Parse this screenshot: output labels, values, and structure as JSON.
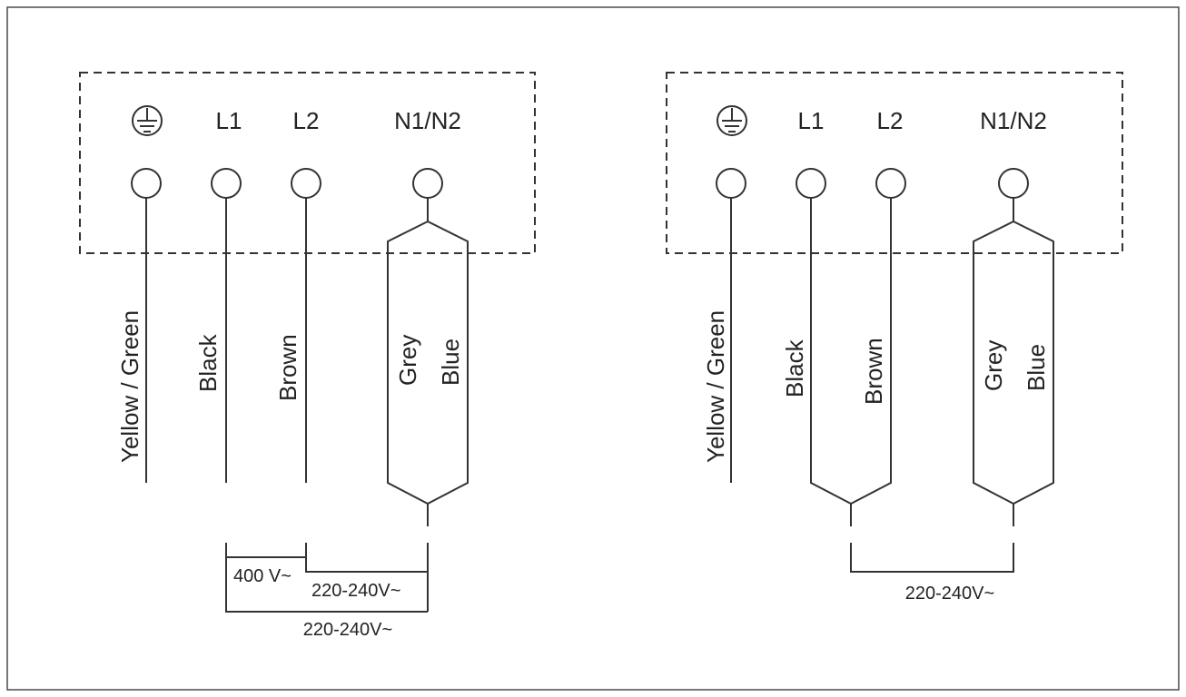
{
  "diagrams": [
    {
      "terminals": [
        "",
        "L1",
        "L2",
        "N1/N2"
      ],
      "wires": [
        "Yellow / Green",
        "Black",
        "Brown",
        "Grey",
        "Blue"
      ],
      "voltages": [
        "400 V~",
        "220-240V~",
        "220-240V~"
      ]
    },
    {
      "terminals": [
        "",
        "L1",
        "L2",
        "N1/N2"
      ],
      "wires": [
        "Yellow / Green",
        "Black",
        "Brown",
        "Grey",
        "Blue"
      ],
      "voltages": [
        "220-240V~"
      ]
    }
  ],
  "icons": {
    "earth": "earth-ground-icon"
  }
}
